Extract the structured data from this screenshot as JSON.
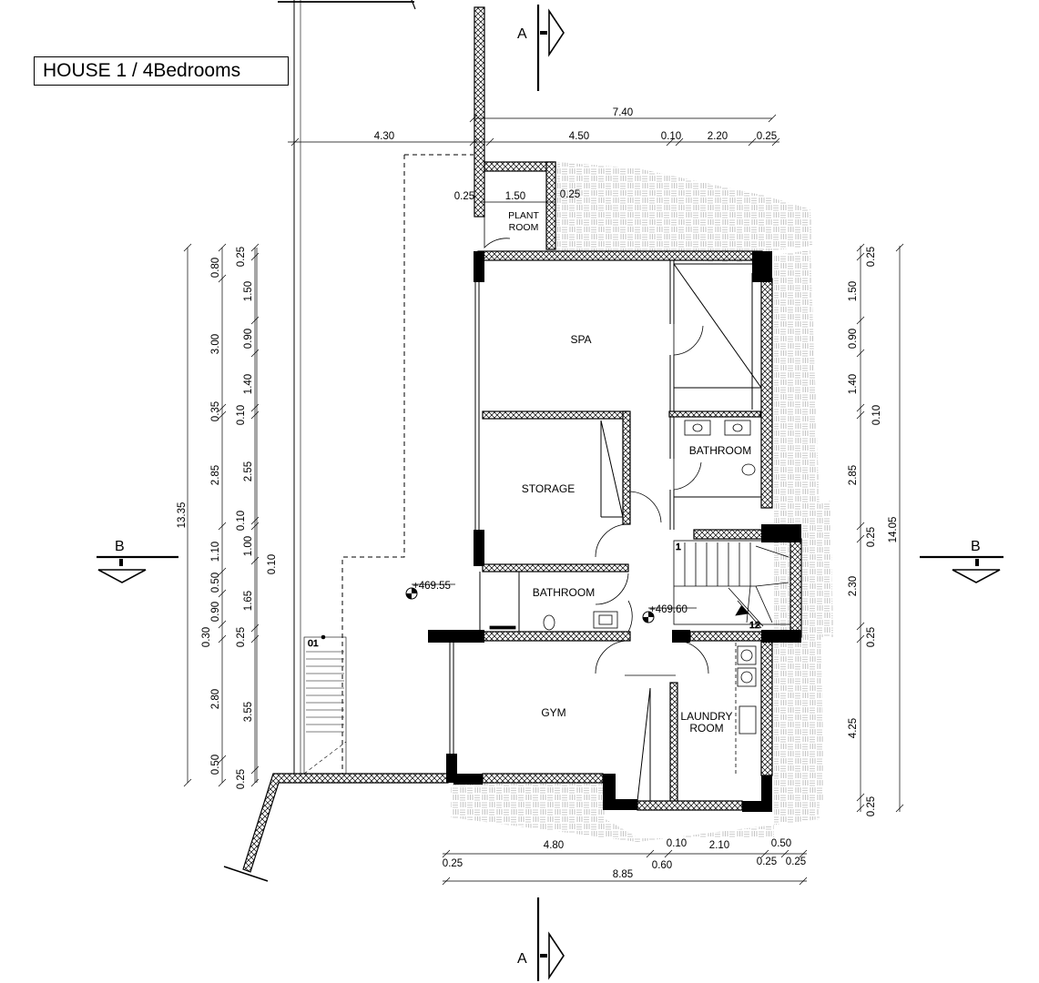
{
  "title": "HOUSE 1 / 4Bedrooms",
  "rooms": {
    "plant": "PLANT",
    "plant2": "ROOM",
    "spa": "SPA",
    "storage": "STORAGE",
    "bath_upper": "BATHROOM",
    "bath_lower": "BATHROOM",
    "gym": "GYM",
    "laundry": "LAUNDRY",
    "laundry2": "ROOM"
  },
  "levels": {
    "level_a": "+469.55",
    "level_b": "+469.60"
  },
  "stair": {
    "first_step": "1",
    "last_step": "12",
    "ramp_label": "01"
  },
  "sections": {
    "a_top": "A",
    "a_bottom": "A",
    "b_left": "B",
    "b_right": "B"
  },
  "dimensions": {
    "top_overall": "7.40",
    "top_4_30": "4.30",
    "top_4_50": "4.50",
    "top_0_10": "0.10",
    "top_2_20": "2.20",
    "top_0_25": "0.25",
    "plant_0_25_left": "0.25",
    "plant_1_50": "1.50",
    "plant_0_25_right": "0.25",
    "bottom_4_80": "4.80",
    "bottom_0_10": "0.10",
    "bottom_2_10": "2.10",
    "bottom_0_50": "0.50",
    "bottom_0_25_a": "0.25",
    "bottom_0_60": "0.60",
    "bottom_0_25_b": "0.25",
    "bottom_0_25_c": "0.25",
    "bottom_overall": "8.85",
    "left_total": "13.35",
    "left_o1": [
      "0.80",
      "3.00",
      "0.35",
      "2.85",
      "1.10",
      "0.50",
      "0.90",
      "0.30",
      "2.80",
      "0.50"
    ],
    "left_o2": [
      "0.25",
      "1.50",
      "0.90",
      "1.40",
      "0.10",
      "2.55",
      "0.10",
      "1.00",
      "1.65",
      "0.25",
      "3.55",
      "0.25"
    ],
    "left_o3": "0.10",
    "right_inner": [
      "0.25",
      "1.50",
      "0.90",
      "1.40",
      "0.10",
      "2.85",
      "0.25",
      "2.30",
      "0.25",
      "4.25",
      "0.25"
    ],
    "right_total": "14.05"
  }
}
